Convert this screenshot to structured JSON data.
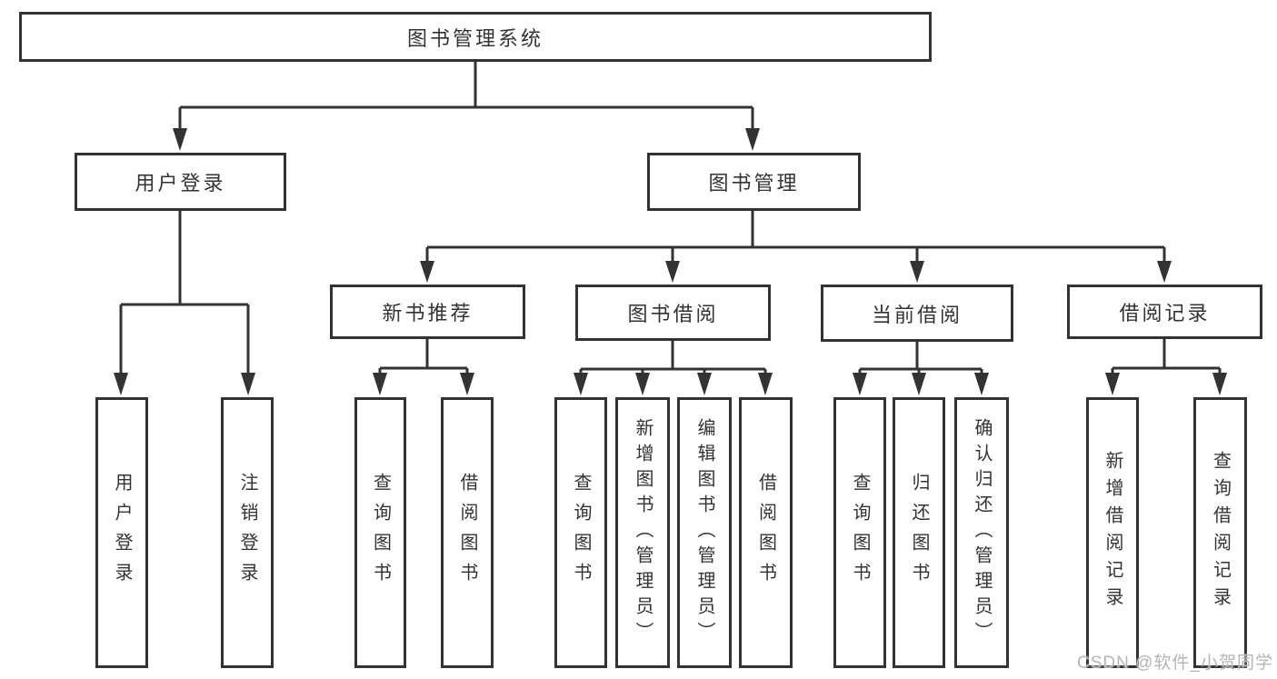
{
  "diagram": {
    "root": {
      "label": "图书管理系统"
    },
    "branches": [
      {
        "label": "用户登录",
        "children": [
          {
            "label": "用户登录"
          },
          {
            "label": "注销登录"
          }
        ]
      },
      {
        "label": "图书管理",
        "groups": [
          {
            "label": "新书推荐",
            "children": [
              {
                "label": "查询图书"
              },
              {
                "label": "借阅图书"
              }
            ]
          },
          {
            "label": "图书借阅",
            "children": [
              {
                "label": "查询图书"
              },
              {
                "label": "新增图书（管理员）"
              },
              {
                "label": "编辑图书（管理员）"
              },
              {
                "label": "借阅图书"
              }
            ]
          },
          {
            "label": "当前借阅",
            "children": [
              {
                "label": "查询图书"
              },
              {
                "label": "归还图书"
              },
              {
                "label": "确认归还（管理员）"
              }
            ]
          },
          {
            "label": "借阅记录",
            "children": [
              {
                "label": "新增借阅记录"
              },
              {
                "label": "查询借阅记录"
              }
            ]
          }
        ]
      }
    ]
  },
  "watermark": {
    "text": "CSDN @软件_小贺同学"
  },
  "colors": {
    "line": "#333333",
    "box_background": "#ffffff",
    "text": "#333333",
    "watermark": "#b5b5b5"
  }
}
